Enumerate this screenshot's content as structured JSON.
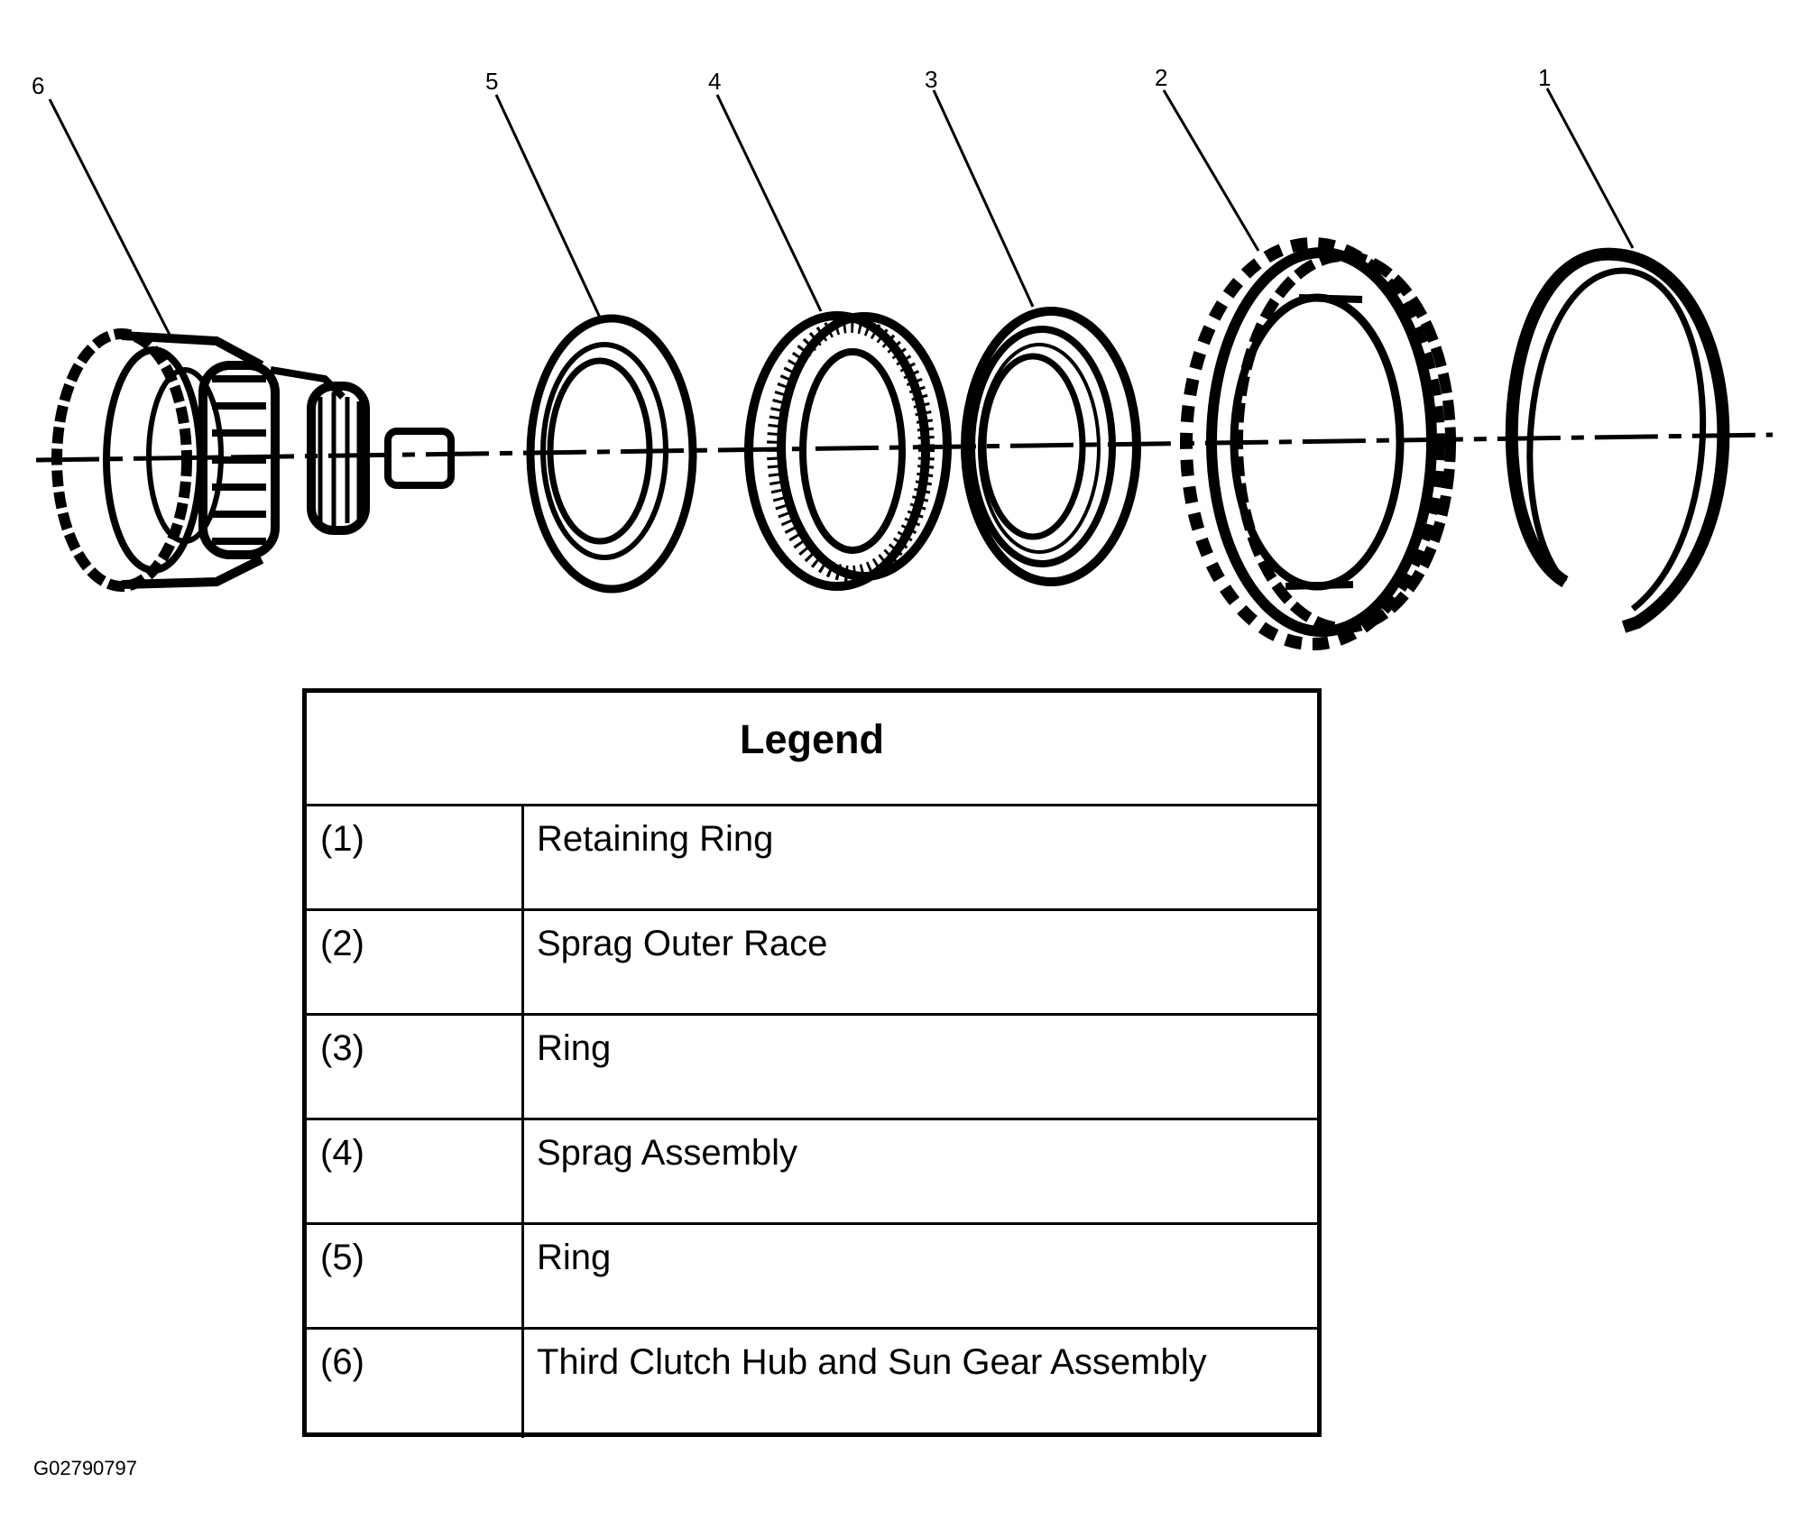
{
  "callouts": [
    "6",
    "5",
    "4",
    "3",
    "2",
    "1"
  ],
  "legend": {
    "title": "Legend",
    "rows": [
      {
        "num": "(1)",
        "desc": "Retaining Ring"
      },
      {
        "num": "(2)",
        "desc": "Sprag Outer Race"
      },
      {
        "num": "(3)",
        "desc": "Ring"
      },
      {
        "num": "(4)",
        "desc": "Sprag Assembly"
      },
      {
        "num": "(5)",
        "desc": "Ring"
      },
      {
        "num": "(6)",
        "desc": "Third Clutch Hub and Sun Gear Assembly"
      }
    ]
  },
  "figure_id": "G02790797"
}
